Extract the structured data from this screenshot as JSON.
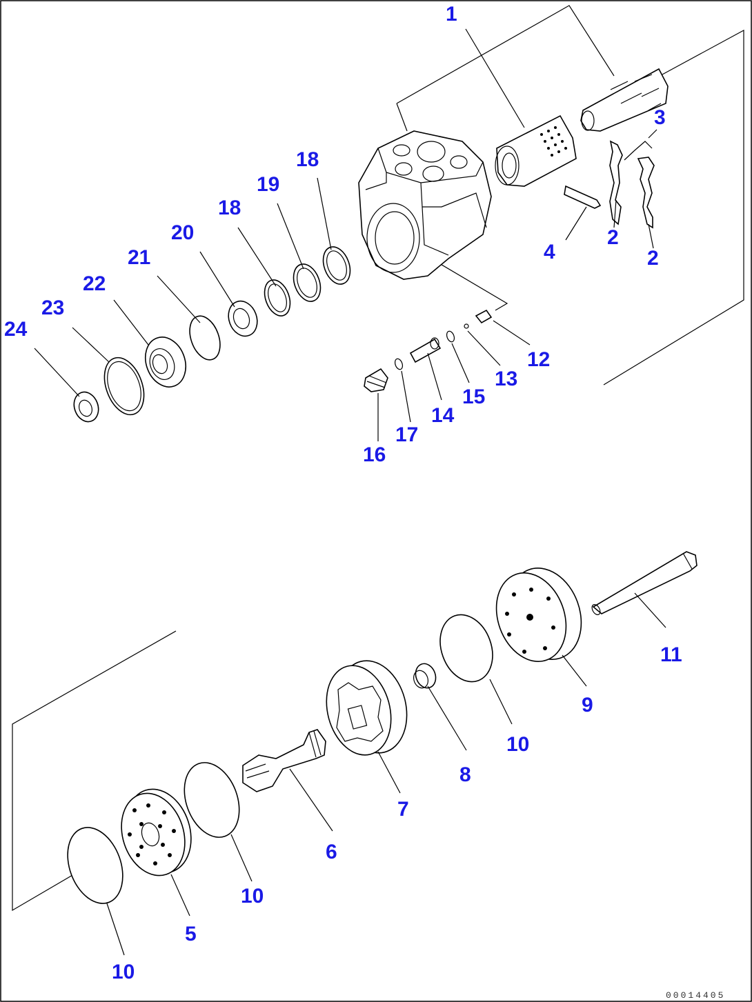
{
  "diagram": {
    "figure_code": "00014405",
    "callouts": [
      {
        "id": "c1",
        "label": "1"
      },
      {
        "id": "c2a",
        "label": "2"
      },
      {
        "id": "c2b",
        "label": "2"
      },
      {
        "id": "c3",
        "label": "3"
      },
      {
        "id": "c4",
        "label": "4"
      },
      {
        "id": "c5",
        "label": "5"
      },
      {
        "id": "c6",
        "label": "6"
      },
      {
        "id": "c7",
        "label": "7"
      },
      {
        "id": "c8",
        "label": "8"
      },
      {
        "id": "c9",
        "label": "9"
      },
      {
        "id": "c10a",
        "label": "10"
      },
      {
        "id": "c10b",
        "label": "10"
      },
      {
        "id": "c10c",
        "label": "10"
      },
      {
        "id": "c11",
        "label": "11"
      },
      {
        "id": "c12",
        "label": "12"
      },
      {
        "id": "c13",
        "label": "13"
      },
      {
        "id": "c14",
        "label": "14"
      },
      {
        "id": "c15",
        "label": "15"
      },
      {
        "id": "c16",
        "label": "16"
      },
      {
        "id": "c17",
        "label": "17"
      },
      {
        "id": "c18a",
        "label": "18"
      },
      {
        "id": "c18b",
        "label": "18"
      },
      {
        "id": "c19",
        "label": "19"
      },
      {
        "id": "c20",
        "label": "20"
      },
      {
        "id": "c21",
        "label": "21"
      },
      {
        "id": "c22",
        "label": "22"
      },
      {
        "id": "c23",
        "label": "23"
      },
      {
        "id": "c24",
        "label": "24"
      }
    ]
  }
}
